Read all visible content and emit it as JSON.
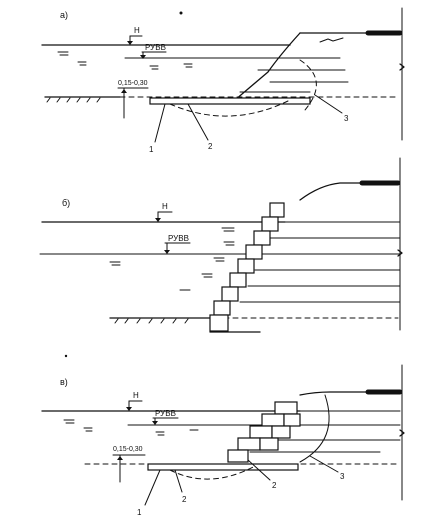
{
  "panels": [
    {
      "id": "a",
      "label": "а)",
      "level_mark": "Н",
      "water_level": "РУВВ",
      "range": "0,15-0,30",
      "callouts": [
        "1",
        "2",
        "3"
      ]
    },
    {
      "id": "b",
      "label": "б)",
      "level_mark": "Н",
      "water_level": "РУВВ"
    },
    {
      "id": "v",
      "label": "в)",
      "level_mark": "Н",
      "water_level": "РУВВ",
      "range": "0,15-0,30",
      "callouts": [
        "1",
        "2",
        "2",
        "3"
      ]
    }
  ]
}
